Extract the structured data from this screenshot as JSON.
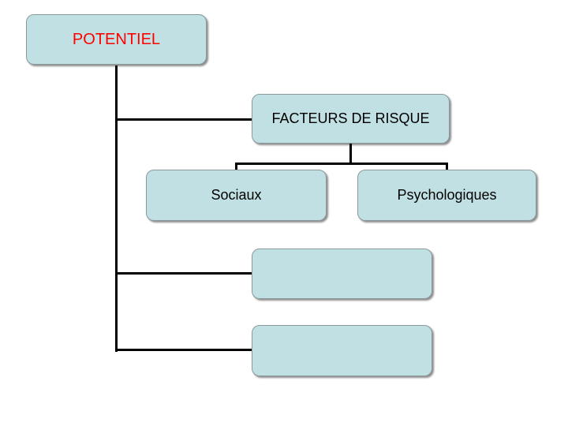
{
  "diagram": {
    "root": {
      "label": "POTENTIEL",
      "color": "#ff0000"
    },
    "risk_factors": {
      "label": "FACTEURS DE RISQUE"
    },
    "risk_children": [
      {
        "label": "Sociaux"
      },
      {
        "label": "Psychologiques"
      }
    ],
    "empty_boxes": [
      {
        "label": ""
      },
      {
        "label": ""
      }
    ]
  },
  "colors": {
    "box_fill": "#c0e0e4",
    "box_border": "#8a9a9c",
    "connector": "#000000"
  }
}
